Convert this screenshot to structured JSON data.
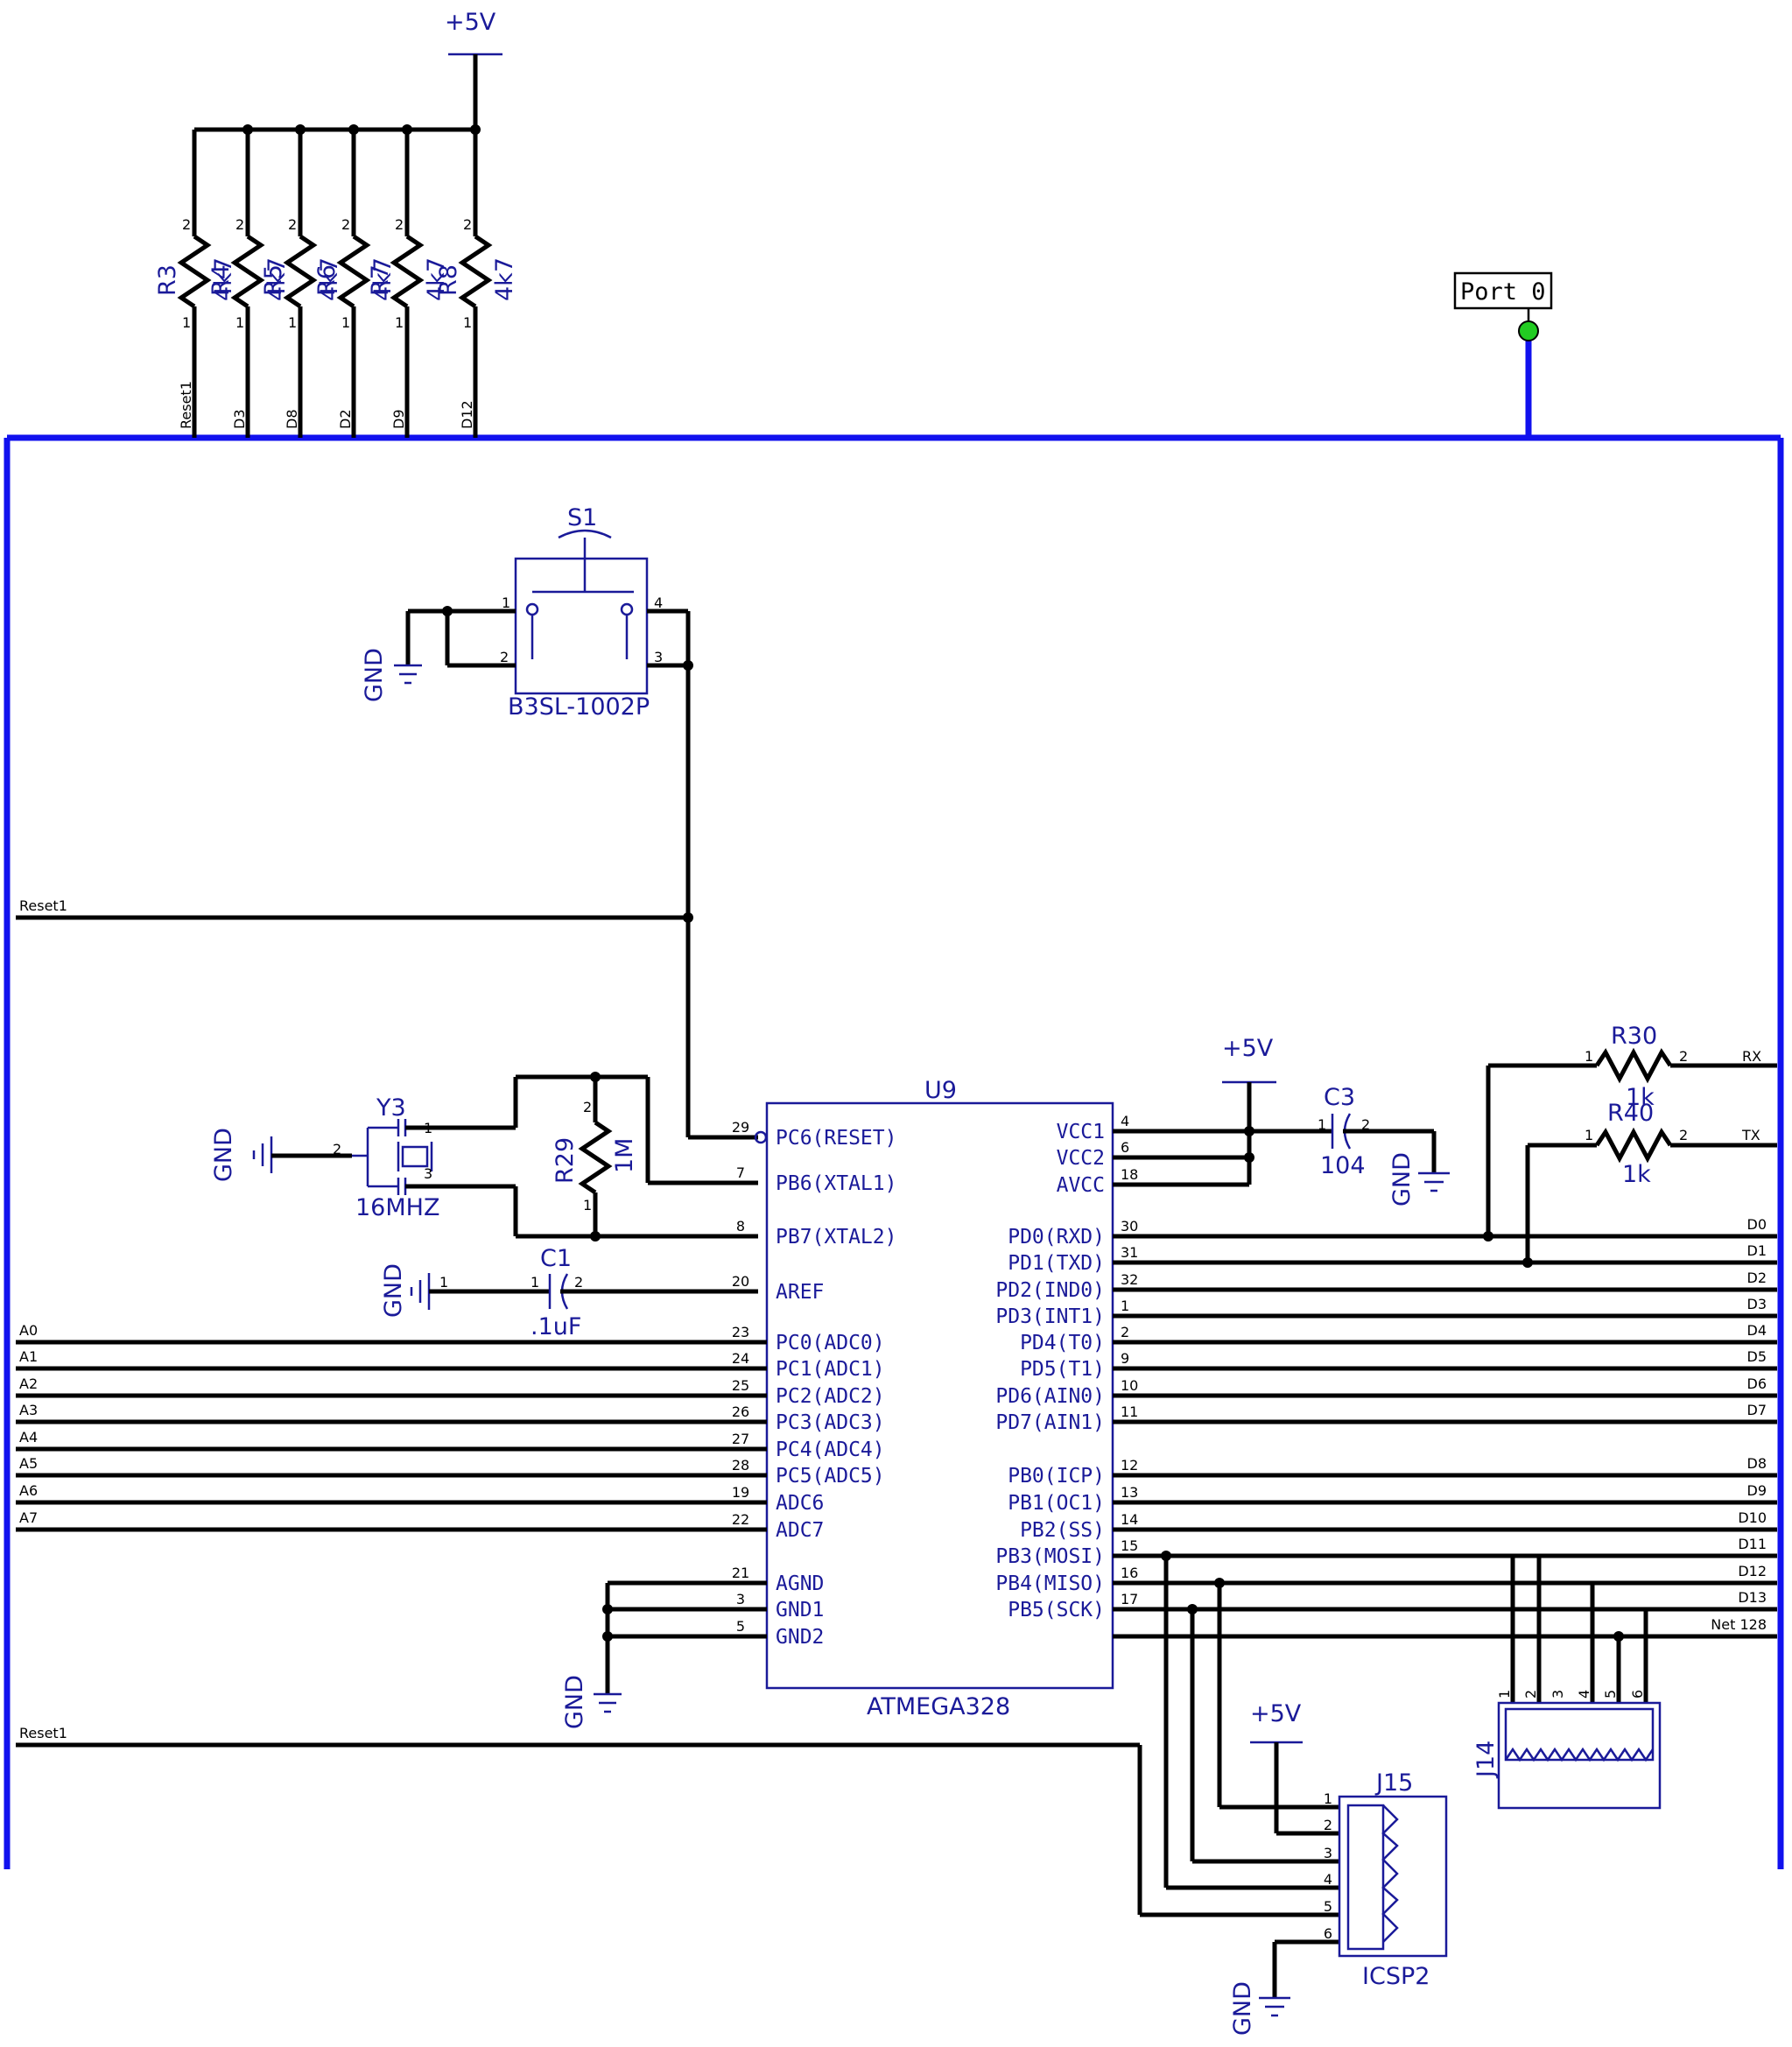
{
  "power": {
    "p5v_top": "+5V",
    "p5v_mid": "+5V",
    "p5v_icsp": "+5V"
  },
  "gnd": {
    "s1": "GND",
    "y3": "GND",
    "c1": "GND",
    "c3": "GND",
    "u9": "GND",
    "icsp": "GND"
  },
  "port": {
    "label": "Port 0",
    "dot_color": "#22cc22"
  },
  "pullups": [
    {
      "ref": "R3",
      "value": "4k7",
      "net": "Reset1"
    },
    {
      "ref": "R4",
      "value": "4k7",
      "net": "D3"
    },
    {
      "ref": "R5",
      "value": "4k7",
      "net": "D8"
    },
    {
      "ref": "R6",
      "value": "4k7",
      "net": "D2"
    },
    {
      "ref": "R7",
      "value": "4k7",
      "net": "D9"
    },
    {
      "ref": "R8",
      "value": "4k7",
      "net": "D12"
    }
  ],
  "s1": {
    "ref": "S1",
    "part": "B3SL-1002P"
  },
  "y3": {
    "ref": "Y3",
    "value": "16MHZ"
  },
  "r29": {
    "ref": "R29",
    "value": "1M"
  },
  "c1": {
    "ref": "C1",
    "value": ".1uF"
  },
  "c3": {
    "ref": "C3",
    "value": "104"
  },
  "r30": {
    "ref": "R30",
    "value": "1k",
    "net": "RX"
  },
  "r40": {
    "ref": "R40",
    "value": "1k",
    "net": "TX"
  },
  "u9": {
    "ref": "U9",
    "part": "ATMEGA328",
    "left_pins": [
      {
        "num": "29",
        "name": "PC6(RESET)"
      },
      {
        "num": "7",
        "name": "PB6(XTAL1)"
      },
      {
        "num": "8",
        "name": "PB7(XTAL2)"
      },
      {
        "num": "20",
        "name": "AREF"
      },
      {
        "num": "23",
        "name": "PC0(ADC0)"
      },
      {
        "num": "24",
        "name": "PC1(ADC1)"
      },
      {
        "num": "25",
        "name": "PC2(ADC2)"
      },
      {
        "num": "26",
        "name": "PC3(ADC3)"
      },
      {
        "num": "27",
        "name": "PC4(ADC4)"
      },
      {
        "num": "28",
        "name": "PC5(ADC5)"
      },
      {
        "num": "19",
        "name": "ADC6"
      },
      {
        "num": "22",
        "name": "ADC7"
      },
      {
        "num": "21",
        "name": "AGND"
      },
      {
        "num": "3",
        "name": "GND1"
      },
      {
        "num": "5",
        "name": "GND2"
      }
    ],
    "right_pins": [
      {
        "num": "4",
        "name": "VCC1"
      },
      {
        "num": "6",
        "name": "VCC2"
      },
      {
        "num": "18",
        "name": "AVCC"
      },
      {
        "num": "30",
        "name": "PD0(RXD)"
      },
      {
        "num": "31",
        "name": "PD1(TXD)"
      },
      {
        "num": "32",
        "name": "PD2(IND0)"
      },
      {
        "num": "1",
        "name": "PD3(INT1)"
      },
      {
        "num": "2",
        "name": "PD4(T0)"
      },
      {
        "num": "9",
        "name": "PD5(T1)"
      },
      {
        "num": "10",
        "name": "PD6(AIN0)"
      },
      {
        "num": "11",
        "name": "PD7(AIN1)"
      },
      {
        "num": "12",
        "name": "PB0(ICP)"
      },
      {
        "num": "13",
        "name": "PB1(OC1)"
      },
      {
        "num": "14",
        "name": "PB2(SS)"
      },
      {
        "num": "15",
        "name": "PB3(MOSI)"
      },
      {
        "num": "16",
        "name": "PB4(MISO)"
      },
      {
        "num": "17",
        "name": "PB5(SCK)"
      }
    ]
  },
  "left_nets": [
    "Reset1",
    "A0",
    "A1",
    "A2",
    "A3",
    "A4",
    "A5",
    "A6",
    "A7",
    "Reset1"
  ],
  "right_nets": [
    "RX",
    "TX",
    "D0",
    "D1",
    "D2",
    "D3",
    "D4",
    "D5",
    "D6",
    "D7",
    "D8",
    "D9",
    "D10",
    "D11",
    "D12",
    "D13",
    "Net 128"
  ],
  "j14": {
    "ref": "J14",
    "pins": [
      "1",
      "2",
      "3",
      "4",
      "5",
      "6"
    ]
  },
  "j15": {
    "ref": "J15",
    "part": "ICSP2",
    "pins": [
      "1",
      "2",
      "3",
      "4",
      "5",
      "6"
    ]
  }
}
